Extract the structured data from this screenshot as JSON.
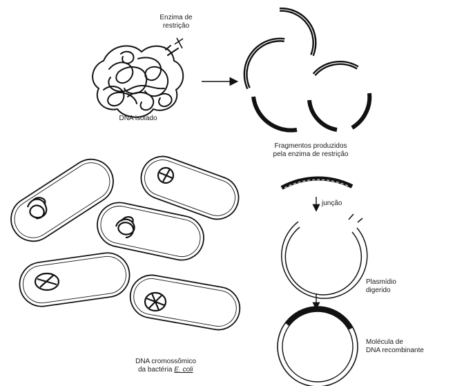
{
  "labels": {
    "restriction_enzyme": [
      "Enzima de",
      "restrição"
    ],
    "isolated_dna": "DNA isolado",
    "fragments": [
      "Fragmentos produzidos",
      "pela enzima de restrição"
    ],
    "junction": "junção",
    "digested_plasmid": [
      "Plasmídio",
      "digerido"
    ],
    "recombinant_molecule": [
      "Molécula de",
      "DNA recombinante"
    ],
    "chromosomal_dna": [
      "DNA cromossômico",
      "da bactéria"
    ],
    "species_name": "E. coli"
  },
  "colors": {
    "ink": "#111111",
    "paper": "#ffffff",
    "gray": "#bdbdbd"
  }
}
